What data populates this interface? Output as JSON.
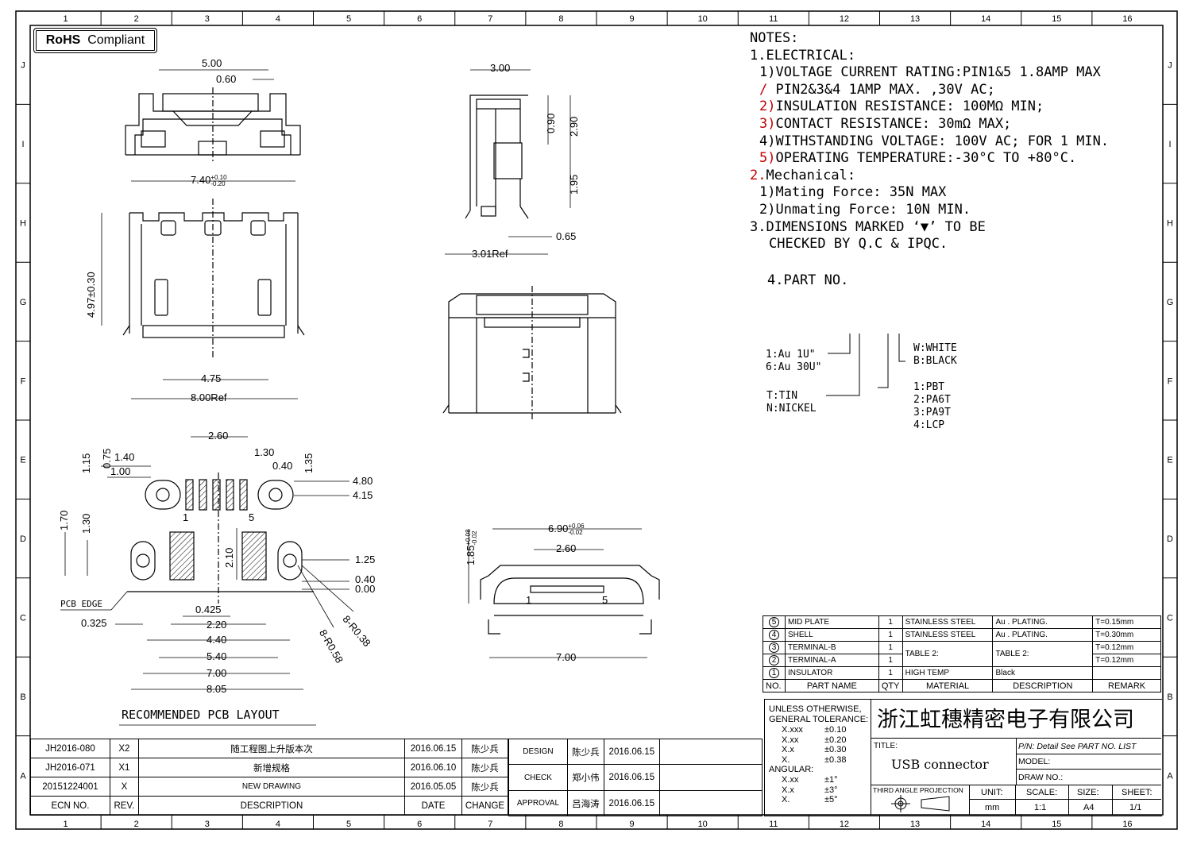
{
  "rohs": {
    "bold": "RoHS",
    "rest": "Compliant"
  },
  "grid": {
    "cols": [
      "1",
      "2",
      "3",
      "4",
      "5",
      "6",
      "7",
      "8",
      "9",
      "10",
      "11",
      "12",
      "13",
      "14",
      "15",
      "16"
    ],
    "rows": [
      "J",
      "I",
      "H",
      "G",
      "F",
      "E",
      "D",
      "C",
      "B",
      "A"
    ]
  },
  "notes": {
    "heading": "NOTES:",
    "electrical_title": "1.ELECTRICAL:",
    "lines": [
      {
        "n": "1)",
        "t": "VOLTAGE CURRENT RATING:PIN1&5 1.8AMP MAX"
      },
      {
        "n": "/",
        "t": " PIN2&3&4 1AMP MAX. ,30V AC;"
      },
      {
        "n": "2)",
        "t": "INSULATION RESISTANCE: 100MΩ MIN;"
      },
      {
        "n": "3)",
        "t": "CONTACT RESISTANCE: 30mΩ MAX;"
      },
      {
        "n": "4)",
        "t": "WITHSTANDING VOLTAGE: 100V AC; FOR 1 MIN."
      },
      {
        "n": "5)",
        "t": "OPERATING TEMPERATURE:-30°C TO +80°C."
      }
    ],
    "mech_num": "2.",
    "mech_title": "Mechanical:",
    "mech_lines": [
      "1)Mating Force:  35N MAX",
      "2)Unmating Force:  10N MIN."
    ],
    "dim_line1": "3.DIMENSIONS MARKED ‘▼’ TO BE",
    "dim_line2": "CHECKED BY Q.C & IPQC.",
    "part_no": "4.PART NO."
  },
  "part_code": {
    "plating": [
      "1:Au 1U\"",
      "6:Au 30U\""
    ],
    "base": [
      "T:TIN",
      "N:NICKEL"
    ],
    "color": [
      "W:WHITE",
      "B:BLACK"
    ],
    "material": [
      "1:PBT",
      "2:PA6T",
      "3:PA9T",
      "4:LCP"
    ]
  },
  "dims": {
    "top_5": "5.00",
    "top_060": "0.60",
    "top_740": "7.40",
    "top_740_tol_up": "+0.10",
    "top_740_tol_dn": "-0.20",
    "top_497": "4.97±0.30",
    "top_475": "4.75",
    "top_800": "8.00Ref",
    "side_300": "3.00",
    "side_090": "0.90",
    "side_290": "2.90",
    "side_195": "1.95",
    "side_065": "0.65",
    "side_301": "3.01Ref",
    "front_690": "6.90",
    "front_690_up": "+0.06",
    "front_690_dn": "-0.02",
    "front_260": "2.60",
    "front_185": "1.85",
    "front_185_up": "+0.08",
    "front_185_dn": "-0.02",
    "front_700": "7.00",
    "front_pin1": "1",
    "front_pin5": "5",
    "pcb": [
      "2.60",
      "1.30",
      "0.40",
      "1.35",
      "1.15",
      "0.75",
      "1.40",
      "1.00",
      "4.80",
      "4.15",
      "1.70",
      "1.30",
      "2.10",
      "1.25",
      "0.40",
      "0.00",
      "0.425",
      "2.20",
      "4.40",
      "5.40",
      "7.00",
      "8.05",
      "0.325",
      "8-R0.58",
      "8-R0.38",
      "1",
      "5"
    ],
    "pcb_edge": "PCB EDGE",
    "pcb_title": "RECOMMENDED PCB LAYOUT"
  },
  "bom": {
    "rows": [
      {
        "no": "5",
        "name": "MID PLATE",
        "qty": "1",
        "material": "STAINLESS STEEL",
        "desc": "Au . PLATING.",
        "remark": "T=0.15mm"
      },
      {
        "no": "4",
        "name": "SHELL",
        "qty": "1",
        "material": "STAINLESS STEEL",
        "desc": "Au . PLATING.",
        "remark": "T=0.30mm"
      },
      {
        "no": "3",
        "name": "TERMINAL-B",
        "qty": "1",
        "material": "TABLE 2:",
        "desc": "TABLE 2:",
        "remark": "T=0.12mm"
      },
      {
        "no": "2",
        "name": "TERMINAL-A",
        "qty": "1",
        "material": "",
        "desc": "",
        "remark": "T=0.12mm"
      },
      {
        "no": "1",
        "name": "INSULATOR",
        "qty": "1",
        "material": "HIGH TEMP",
        "desc": "Black",
        "remark": ""
      }
    ],
    "header": {
      "no": "NO.",
      "name": "PART NAME",
      "qty": "QTY",
      "material": "MATERIAL",
      "desc": "DESCRIPTION",
      "remark": "REMARK"
    }
  },
  "tolerance": {
    "t1": "UNLESS OTHERWISE,",
    "t2": "GENERAL TOLERANCE:",
    "rows": [
      [
        "X.xxx",
        "±0.10"
      ],
      [
        "X.xx",
        "±0.20"
      ],
      [
        "X.x",
        "±0.30"
      ],
      [
        "X.",
        "±0.38"
      ]
    ],
    "ang": "ANGULAR:",
    "ang_rows": [
      [
        "X.xx",
        "±1°"
      ],
      [
        "X.x",
        "±3°"
      ],
      [
        "X.",
        "±5°"
      ]
    ]
  },
  "title_block": {
    "company": "浙江虹穗精密电子有限公司",
    "title_label": "TITLE:",
    "title": "USB connector",
    "pn": "P/N: Detail See PART NO. LIST",
    "model": "MODEL:",
    "draw_no": "DRAW NO.:",
    "projection": "THIRD ANGLE PROJECTION",
    "unit_label": "UNIT:",
    "unit": "mm",
    "scale_label": "SCALE:",
    "scale": "1:1",
    "size_label": "SIZE:",
    "size": "A4",
    "sheet_label": "SHEET:",
    "sheet": "1/1"
  },
  "revisions": [
    {
      "ecn": "JH2016-080",
      "rev": "X2",
      "desc": "随工程图上升版本次",
      "date": "2016.06.15",
      "change": "陈少兵"
    },
    {
      "ecn": "JH2016-071",
      "rev": "X1",
      "desc": "新增规格",
      "date": "2016.06.10",
      "change": "陈少兵"
    },
    {
      "ecn": "20151224001",
      "rev": "X",
      "desc": "NEW DRAWING",
      "date": "2016.05.05",
      "change": "陈少兵"
    }
  ],
  "rev_header": {
    "ecn": "ECN NO.",
    "rev": "REV.",
    "desc": "DESCRIPTION",
    "date": "DATE",
    "change": "CHANGE"
  },
  "approvals": [
    {
      "role": "DESIGN",
      "name": "陈少兵",
      "date": "2016.06.15"
    },
    {
      "role": "CHECK",
      "name": "郑小伟",
      "date": "2016.06.15"
    },
    {
      "role": "APPROVAL",
      "name": "吕海涛",
      "date": "2016.06.15"
    }
  ]
}
